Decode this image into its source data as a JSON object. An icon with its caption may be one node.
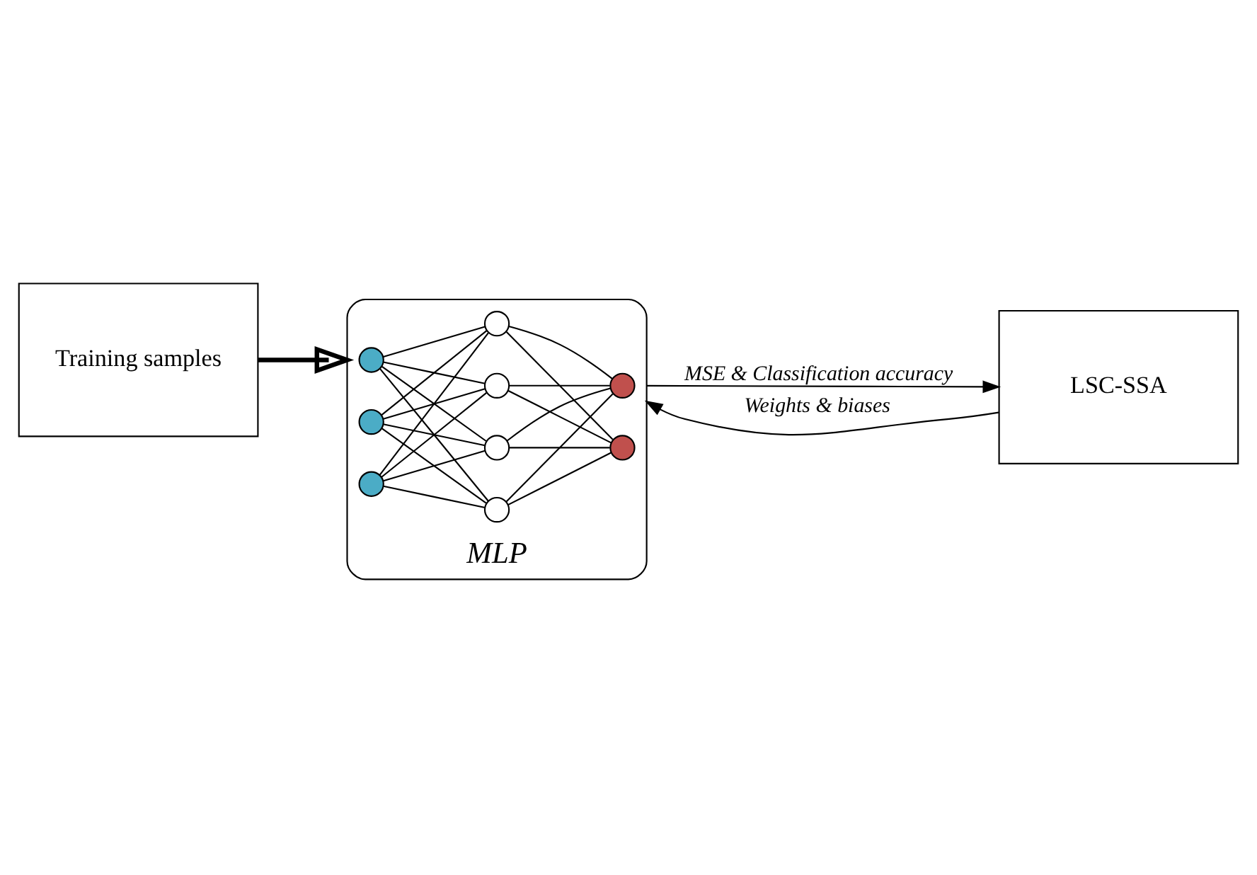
{
  "diagram": {
    "nodes": [
      {
        "text": [
          "Training samples"
        ]
      },
      {
        "text": [
          "MLP"
        ]
      },
      {
        "text": [],
        "shape": "circle",
        "in": 1
      },
      {
        "text": [],
        "shape": "circle",
        "in": 1
      },
      {
        "text": [],
        "shape": "circle",
        "in": 1
      },
      {
        "text": [],
        "shape": "circle",
        "in": 1
      },
      {
        "text": [],
        "shape": "circle",
        "in": 1
      },
      {
        "text": [],
        "shape": "circle",
        "in": 1
      },
      {
        "text": [],
        "shape": "circle",
        "in": 1
      },
      {
        "text": [],
        "shape": "circle",
        "in": 1
      },
      {
        "text": [],
        "shape": "circle",
        "in": 1
      },
      {
        "text": [
          "LSC-SSA"
        ]
      }
    ],
    "edges": [
      {
        "from": 0,
        "to": 1,
        "arrow": "to",
        "style": "thick"
      },
      {
        "from": 2,
        "to": 5,
        "arrow": "none"
      },
      {
        "from": 2,
        "to": 6,
        "arrow": "none"
      },
      {
        "from": 2,
        "to": 7,
        "arrow": "none"
      },
      {
        "from": 2,
        "to": 8,
        "arrow": "none"
      },
      {
        "from": 3,
        "to": 5,
        "arrow": "none"
      },
      {
        "from": 3,
        "to": 6,
        "arrow": "none"
      },
      {
        "from": 3,
        "to": 7,
        "arrow": "none"
      },
      {
        "from": 3,
        "to": 8,
        "arrow": "none"
      },
      {
        "from": 4,
        "to": 5,
        "arrow": "none"
      },
      {
        "from": 4,
        "to": 6,
        "arrow": "none"
      },
      {
        "from": 4,
        "to": 7,
        "arrow": "none"
      },
      {
        "from": 4,
        "to": 8,
        "arrow": "none"
      },
      {
        "from": 5,
        "to": 9,
        "arrow": "none"
      },
      {
        "from": 5,
        "to": 10,
        "arrow": "none"
      },
      {
        "from": 6,
        "to": 9,
        "arrow": "none"
      },
      {
        "from": 6,
        "to": 10,
        "arrow": "none"
      },
      {
        "from": 7,
        "to": 9,
        "arrow": "none"
      },
      {
        "from": 7,
        "to": 10,
        "arrow": "none"
      },
      {
        "from": 8,
        "to": 9,
        "arrow": "none"
      },
      {
        "from": 8,
        "to": 10,
        "arrow": "none"
      },
      {
        "from": 1,
        "to": 11,
        "arrow": "to",
        "label": "MSE & Classification accuracy"
      },
      {
        "from": 11,
        "to": 1,
        "arrow": "to",
        "label": "Weights & biases"
      }
    ]
  }
}
